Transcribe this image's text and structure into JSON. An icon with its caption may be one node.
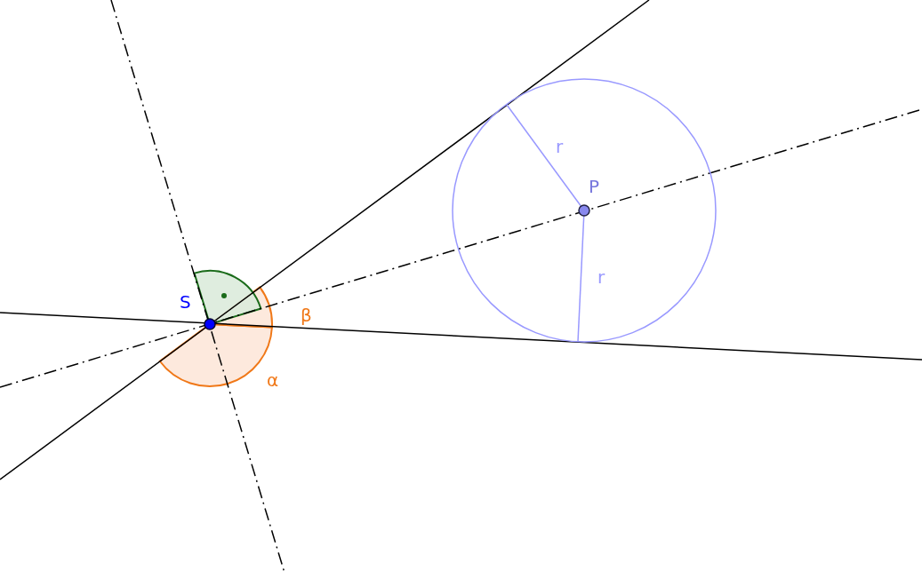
{
  "diagram": {
    "labels": [
      "r",
      "P",
      "r",
      "S",
      "β",
      "α"
    ]
  }
}
